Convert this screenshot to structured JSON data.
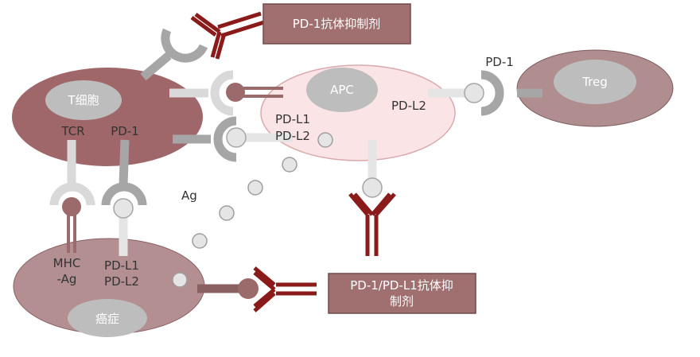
{
  "cells": {
    "t_cell": "T细胞",
    "apc": "APC",
    "treg": "Treg",
    "cancer": "癌症"
  },
  "labels": {
    "tcr": "TCR",
    "pd1_tcell": "PD-1",
    "pd1_treg": "PD-1",
    "pdl1_apc": "PD-L1",
    "pdl2_apc_left": "PD-L2",
    "pdl2_apc_right": "PD-L2",
    "ag": "Ag",
    "mhc_line1": "MHC",
    "mhc_line2": "-Ag",
    "pdl1_cancer": "PD-L1",
    "pdl2_cancer": "PD-L2"
  },
  "boxes": {
    "pd1_inhibitor": "PD-1抗体抑制剂",
    "pd1_pdl1_line1": "PD-1/PD-L1抗体抑",
    "pd1_pdl1_line2": "制剂"
  },
  "colors": {
    "t_cell": "#a0676a",
    "apc": "#fbe4e6",
    "treg": "#b08e8f",
    "cancer": "#b48f92",
    "nucleus": "#bdbdbd",
    "antibody": "#8b1a1a",
    "box": "#a07070"
  }
}
